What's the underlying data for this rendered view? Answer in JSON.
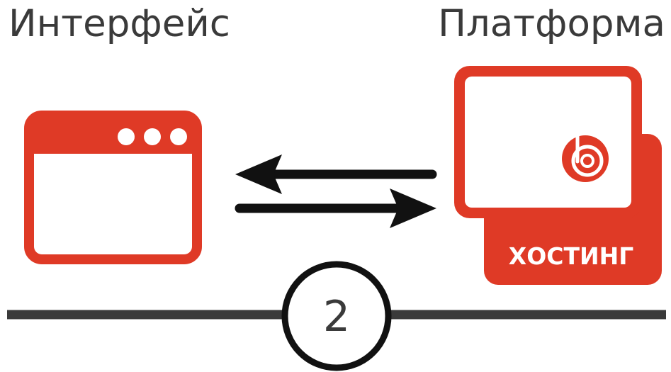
{
  "headings": {
    "interface": "Интерфейс",
    "platform": "Платформа"
  },
  "hosting_label": "ХОСТИНГ",
  "step_number": "2",
  "colors": {
    "accent": "#df3a26",
    "line": "#3a3a3a",
    "arrow": "#111111",
    "text": "#3a3a3a",
    "label_text": "#ffffff"
  },
  "icons": {
    "interface": "browser-window-icon",
    "platform_logo": "bitrix-logo-icon",
    "arrows": "bidirectional-arrows-icon"
  }
}
